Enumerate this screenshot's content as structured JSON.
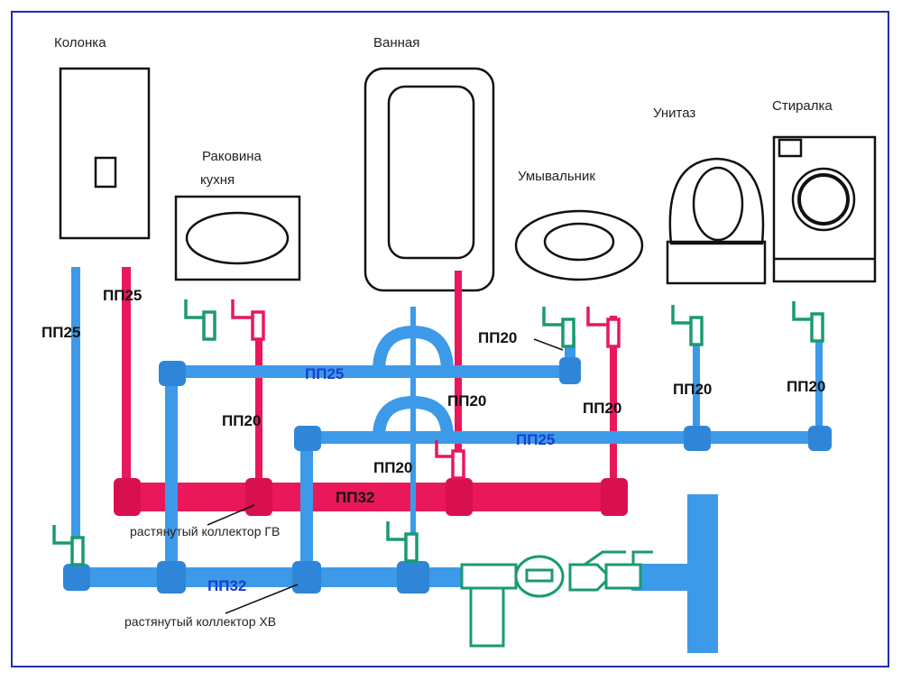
{
  "fixtures": {
    "column": "Колонка",
    "bath": "Ванная",
    "kitchen_sink_line1": "Раковина",
    "kitchen_sink_line2": "кухня",
    "washbasin": "Умывальник",
    "toilet": "Унитаз",
    "washer": "Стиралка"
  },
  "pipe_labels": {
    "cold_riser": "ПП25",
    "hot_riser": "ПП25",
    "upper_cold": "ПП25",
    "kitchen_hot_drop": "ПП20",
    "washbasin_cold": "ПП20",
    "bath_hot": "ПП20",
    "washbasin_hot": "ПП20",
    "toilet_drop": "ПП20",
    "washer_drop": "ПП20",
    "middle_cold": "ПП25",
    "bath_tap": "ПП20",
    "hot_collector": "ПП32",
    "cold_collector": "ПП32"
  },
  "notes": {
    "hot_collector": "растянутый коллектор ГВ",
    "cold_collector": "растянутый коллектор ХВ"
  },
  "colors": {
    "cold": "#3d9ae8",
    "hot": "#e8185a",
    "valve": "#1a9a70",
    "outline": "#111111",
    "border": "#1f2fb0"
  }
}
